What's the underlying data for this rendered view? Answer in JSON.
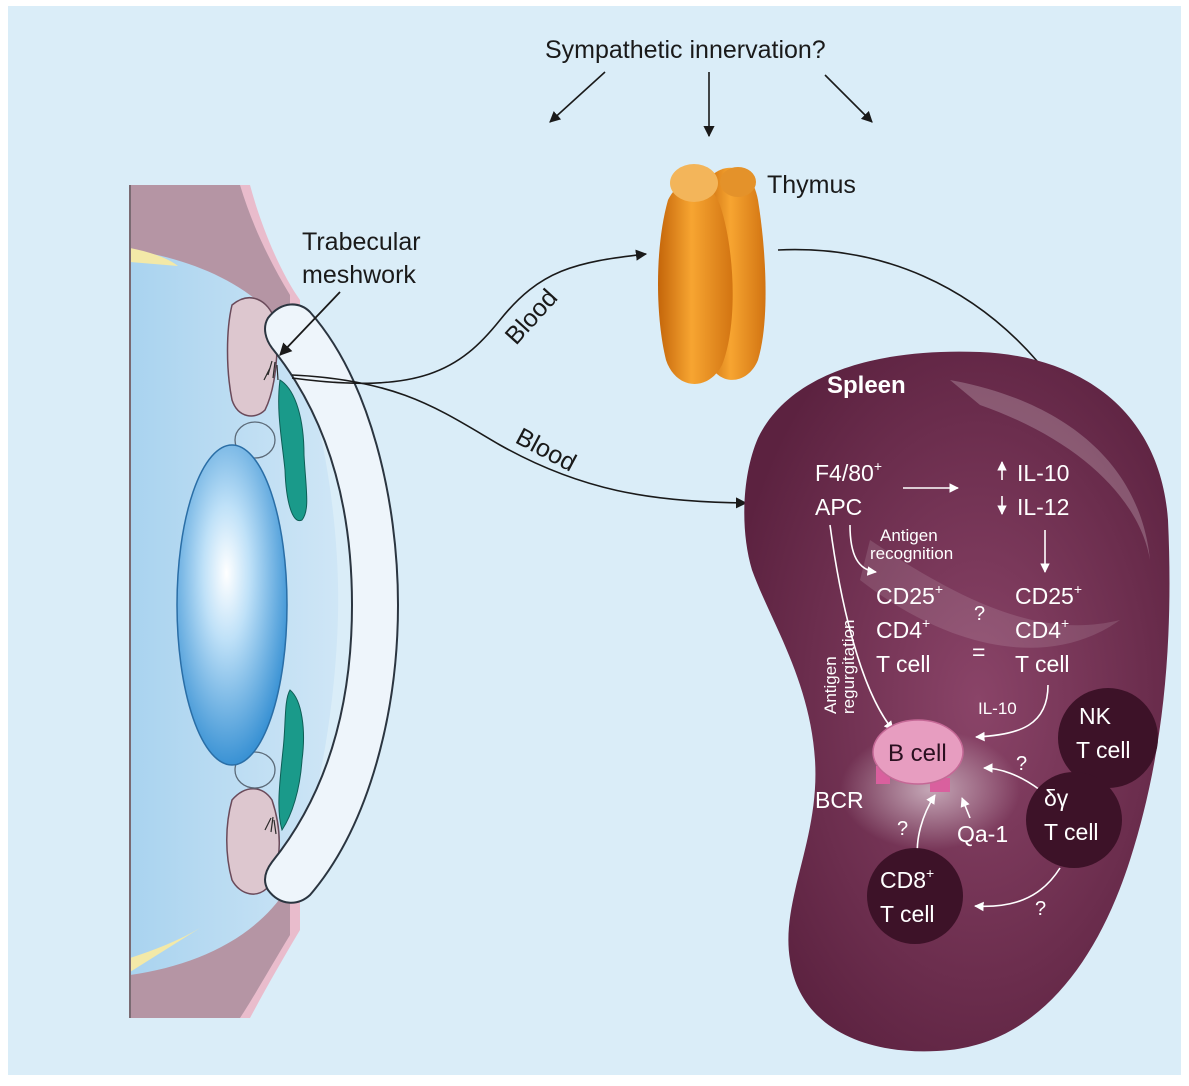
{
  "title": "Sympathetic innervation?",
  "labels": {
    "thymus": "Thymus",
    "trabecular_line1": "Trabecular",
    "trabecular_line2": "meshwork",
    "blood_upper": "Blood",
    "blood_lower": "Blood",
    "spleen": "Spleen"
  },
  "spleen": {
    "apc_line1": "F4/80",
    "apc_sup": "+",
    "apc_line2": "APC",
    "il10": "IL-10",
    "il12": "IL-12",
    "antigen_recognition_1": "Antigen",
    "antigen_recognition_2": "recognition",
    "antigen_regurgitation_1": "Antigen",
    "antigen_regurgitation_2": "regurgitation",
    "treg_left": [
      "CD25",
      "CD4",
      "T cell"
    ],
    "treg_right": [
      "CD25",
      "CD4",
      "T cell"
    ],
    "sup_plus": "+",
    "equal_question": "?",
    "equal_sign": "=",
    "il10_small": "IL-10",
    "bcell": "B cell",
    "bcr": "BCR",
    "qa1": "Qa-1",
    "nk_cell": [
      "NK",
      "T cell"
    ],
    "gd_cell": [
      "δγ",
      "T cell"
    ],
    "cd8_cell": [
      "CD8",
      "T cell"
    ],
    "question": "?"
  },
  "colors": {
    "background": "#daedf8",
    "spleen": "#6b2b4a",
    "thymus": "#f0951e",
    "cornea": "#eef5fb",
    "lens": "#6ab2e6",
    "bcell": "#e79dc0",
    "dark_cell": "#3d1228",
    "ciliary": "#1e9e8e"
  }
}
